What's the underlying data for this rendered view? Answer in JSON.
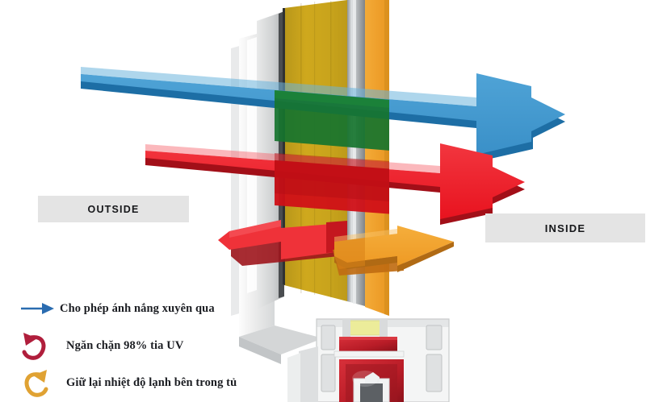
{
  "diagram": {
    "title": "Window glazing solar/heat performance diagram",
    "outside_label": "OUTSIDE",
    "inside_label": "INSIDE"
  },
  "arrows": [
    {
      "name": "sunlight-transmission-arrow",
      "color": "#3d95cd",
      "edge_color": "#1d6ea5",
      "direction": "right",
      "meaning": "visible light passes through the glass"
    },
    {
      "name": "heat-transmission-arrow",
      "color": "#ec1c29",
      "edge_color": "#a20f18",
      "direction": "right",
      "meaning": "heat passes through"
    },
    {
      "name": "uv-reflection-arrow",
      "color": "#ef3239",
      "edge_color": "#a4161c",
      "direction": "left",
      "meaning": "UV rays reflected back outside"
    },
    {
      "name": "cold-retention-arrow",
      "color": "#f0a22e",
      "edge_color": "#b06a14",
      "direction": "right",
      "meaning": "cold air retained inside"
    }
  ],
  "legend": {
    "items": [
      {
        "icon": "straight-arrow-right-icon",
        "color": "#2a6cb0",
        "label": "Cho phép ánh nắng xuyên qua"
      },
      {
        "icon": "curved-arrow-back-icon",
        "color": "#b01e3c",
        "label": "Ngăn chặn 98% tia UV"
      },
      {
        "icon": "curved-arrow-forward-icon",
        "color": "#e0a233",
        "label": "Giữ lại nhiệt độ lạnh bên trong tủ"
      }
    ]
  },
  "colors": {
    "background": "#ffffff",
    "label_bg": "#e4e4e4",
    "glass_outer": "#c8a41c",
    "glass_inner": "#f0a22e",
    "frame_white": "#f2f2f2",
    "frame_gray": "#b9bcbe",
    "profile_red": "#c1202b",
    "intersect_green": "#1c7a33"
  }
}
